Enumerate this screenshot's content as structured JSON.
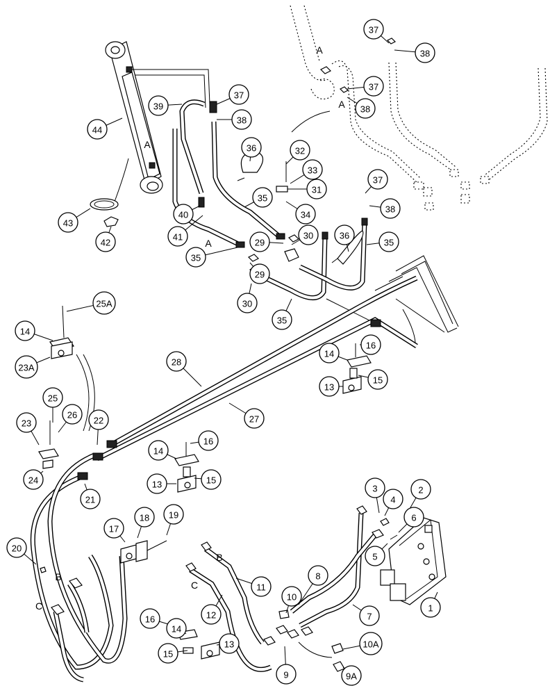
{
  "callouts": [
    {
      "label": "37"
    },
    {
      "label": "38"
    },
    {
      "label": "37"
    },
    {
      "label": "38"
    },
    {
      "label": "39"
    },
    {
      "label": "37"
    },
    {
      "label": "38"
    },
    {
      "label": "44"
    },
    {
      "label": "36"
    },
    {
      "label": "32"
    },
    {
      "label": "33"
    },
    {
      "label": "31"
    },
    {
      "label": "35"
    },
    {
      "label": "34"
    },
    {
      "label": "37"
    },
    {
      "label": "38"
    },
    {
      "label": "40"
    },
    {
      "label": "41"
    },
    {
      "label": "43"
    },
    {
      "label": "42"
    },
    {
      "label": "29"
    },
    {
      "label": "30"
    },
    {
      "label": "36"
    },
    {
      "label": "35"
    },
    {
      "label": "35"
    },
    {
      "label": "29"
    },
    {
      "label": "30"
    },
    {
      "label": "35"
    },
    {
      "label": "25A"
    },
    {
      "label": "14"
    },
    {
      "label": "23A"
    },
    {
      "label": "28"
    },
    {
      "label": "16"
    },
    {
      "label": "14"
    },
    {
      "label": "15"
    },
    {
      "label": "13"
    },
    {
      "label": "27"
    },
    {
      "label": "25"
    },
    {
      "label": "26"
    },
    {
      "label": "22"
    },
    {
      "label": "23"
    },
    {
      "label": "24"
    },
    {
      "label": "16"
    },
    {
      "label": "14"
    },
    {
      "label": "15"
    },
    {
      "label": "13"
    },
    {
      "label": "21"
    },
    {
      "label": "3"
    },
    {
      "label": "4"
    },
    {
      "label": "2"
    },
    {
      "label": "6"
    },
    {
      "label": "5"
    },
    {
      "label": "17"
    },
    {
      "label": "18"
    },
    {
      "label": "19"
    },
    {
      "label": "20"
    },
    {
      "label": "11"
    },
    {
      "label": "8"
    },
    {
      "label": "12"
    },
    {
      "label": "10"
    },
    {
      "label": "7"
    },
    {
      "label": "1"
    },
    {
      "label": "16"
    },
    {
      "label": "14"
    },
    {
      "label": "13"
    },
    {
      "label": "10A"
    },
    {
      "label": "15"
    },
    {
      "label": "9"
    },
    {
      "label": "9A"
    }
  ],
  "letters": [
    "A",
    "A",
    "A",
    "A",
    "B",
    "C",
    "B",
    "C"
  ]
}
